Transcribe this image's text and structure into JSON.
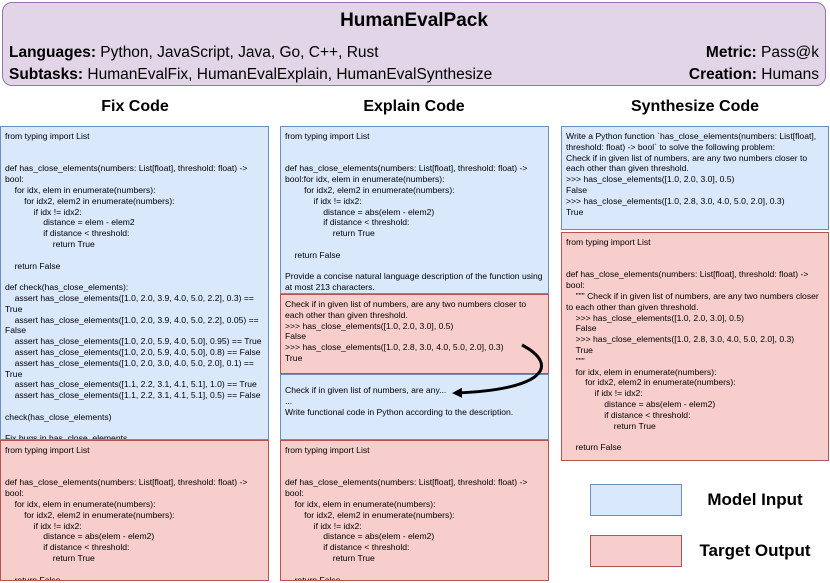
{
  "header": {
    "title": "HumanEvalPack",
    "languages_label": "Languages:",
    "languages_value": "Python, JavaScript, Java, Go, C++, Rust",
    "subtasks_label": "Subtasks:",
    "subtasks_value": "HumanEvalFix, HumanEvalExplain, HumanEvalSynthesize",
    "metric_label": "Metric:",
    "metric_value": "Pass@k",
    "creation_label": "Creation:",
    "creation_value": "Humans"
  },
  "columns": {
    "fix": {
      "title": "Fix Code",
      "input": "from typing import List\n\n\ndef has_close_elements(numbers: List[float], threshold: float) ->\nbool:\n    for idx, elem in enumerate(numbers):\n        for idx2, elem2 in enumerate(numbers):\n            if idx != idx2:\n                distance = elem - elem2\n                if distance < threshold:\n                    return True\n\n    return False\n\ndef check(has_close_elements):\n    assert has_close_elements([1.0, 2.0, 3.9, 4.0, 5.0, 2.2], 0.3) ==\nTrue\n    assert has_close_elements([1.0, 2.0, 3.9, 4.0, 5.0, 2.2], 0.05) ==\nFalse\n    assert has_close_elements([1.0, 2.0, 5.9, 4.0, 5.0], 0.95) == True\n    assert has_close_elements([1.0, 2.0, 5.9, 4.0, 5.0], 0.8) == False\n    assert has_close_elements([1.0, 2.0, 3.0, 4.0, 5.0, 2.0], 0.1) ==\nTrue\n    assert has_close_elements([1.1, 2.2, 3.1, 4.1, 5.1], 1.0) == True\n    assert has_close_elements([1.1, 2.2, 3.1, 4.1, 5.1], 0.5) == False\n\ncheck(has_close_elements)\n\nFix bugs in has_close_elements.",
      "output": "from typing import List\n\n\ndef has_close_elements(numbers: List[float], threshold: float) ->\nbool:\n    for idx, elem in enumerate(numbers):\n        for idx2, elem2 in enumerate(numbers):\n            if idx != idx2:\n                distance = abs(elem - elem2)\n                if distance < threshold:\n                    return True\n\n    return False"
    },
    "explain": {
      "title": "Explain Code",
      "input1": "from typing import List\n\n\ndef has_close_elements(numbers: List[float], threshold: float) ->\nbool:for idx, elem in enumerate(numbers):\n        for idx2, elem2 in enumerate(numbers):\n            if idx != idx2:\n                distance = abs(elem - elem2)\n                if distance < threshold:\n                    return True\n\n    return False\n\nProvide a concise natural language description of the function using\nat most 213 characters.",
      "output1": "Check if in given list of numbers, are any two numbers closer to\neach other than given threshold.\n>>> has_close_elements([1.0, 2.0, 3.0], 0.5)\nFalse\n>>> has_close_elements([1.0, 2.8, 3.0, 4.0, 5.0, 2.0], 0.3)\nTrue",
      "input2": "Check if in given list of numbers, are any...\n...\nWrite functional code in Python according to the description.",
      "output2": "from typing import List\n\n\ndef has_close_elements(numbers: List[float], threshold: float) ->\nbool:\n    for idx, elem in enumerate(numbers):\n        for idx2, elem2 in enumerate(numbers):\n            if idx != idx2:\n                distance = abs(elem - elem2)\n                if distance < threshold:\n                    return True\n\n    return False"
    },
    "synthesize": {
      "title": "Synthesize Code",
      "input": "Write a Python function `has_close_elements(numbers: List[float],\nthreshold: float) -> bool` to solve the following problem:\nCheck if in given list of numbers, are any two numbers closer to\neach other than given threshold.\n>>> has_close_elements([1.0, 2.0, 3.0], 0.5)\nFalse\n>>> has_close_elements([1.0, 2.8, 3.0, 4.0, 5.0, 2.0], 0.3)\nTrue",
      "output": "from typing import List\n\n\ndef has_close_elements(numbers: List[float], threshold: float) ->\nbool:\n    \"\"\" Check if in given list of numbers, are any two numbers closer\nto each other than given threshold.\n    >>> has_close_elements([1.0, 2.0, 3.0], 0.5)\n    False\n    >>> has_close_elements([1.0, 2.8, 3.0, 4.0, 5.0, 2.0], 0.3)\n    True\n    \"\"\"\n    for idx, elem in enumerate(numbers):\n        for idx2, elem2 in enumerate(numbers):\n            if idx != idx2:\n                distance = abs(elem - elem2)\n                if distance < threshold:\n                    return True\n\n    return False"
    }
  },
  "legend": {
    "input_label": "Model Input",
    "output_label": "Target Output"
  },
  "colors": {
    "header_fill": "#e1d5e7",
    "input_fill": "#dae8fc",
    "output_fill": "#f8cecc"
  }
}
